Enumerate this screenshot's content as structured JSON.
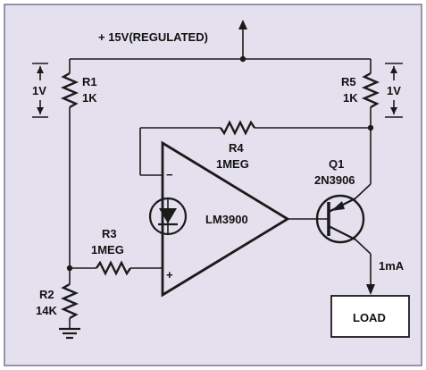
{
  "colors": {
    "background": "#e5e0ee",
    "ink": "#1a1a1a",
    "load_box": "#ffffff",
    "panel_border": "#7a7494"
  },
  "supply": {
    "label": "+ 15V(REGULATED)"
  },
  "r1": {
    "name": "R1",
    "value": "1K",
    "drop": "1V"
  },
  "r5": {
    "name": "R5",
    "value": "1K",
    "drop": "1V"
  },
  "r4": {
    "name": "R4",
    "value": "1MEG"
  },
  "r3": {
    "name": "R3",
    "value": "1MEG"
  },
  "r2": {
    "name": "R2",
    "value": "14K"
  },
  "opamp": {
    "name": "LM3900"
  },
  "transistor": {
    "name": "Q1",
    "part": "2N3906"
  },
  "output": {
    "current": "1mA",
    "load_label": "LOAD"
  },
  "pins": {
    "minus": "−",
    "plus": "+"
  }
}
